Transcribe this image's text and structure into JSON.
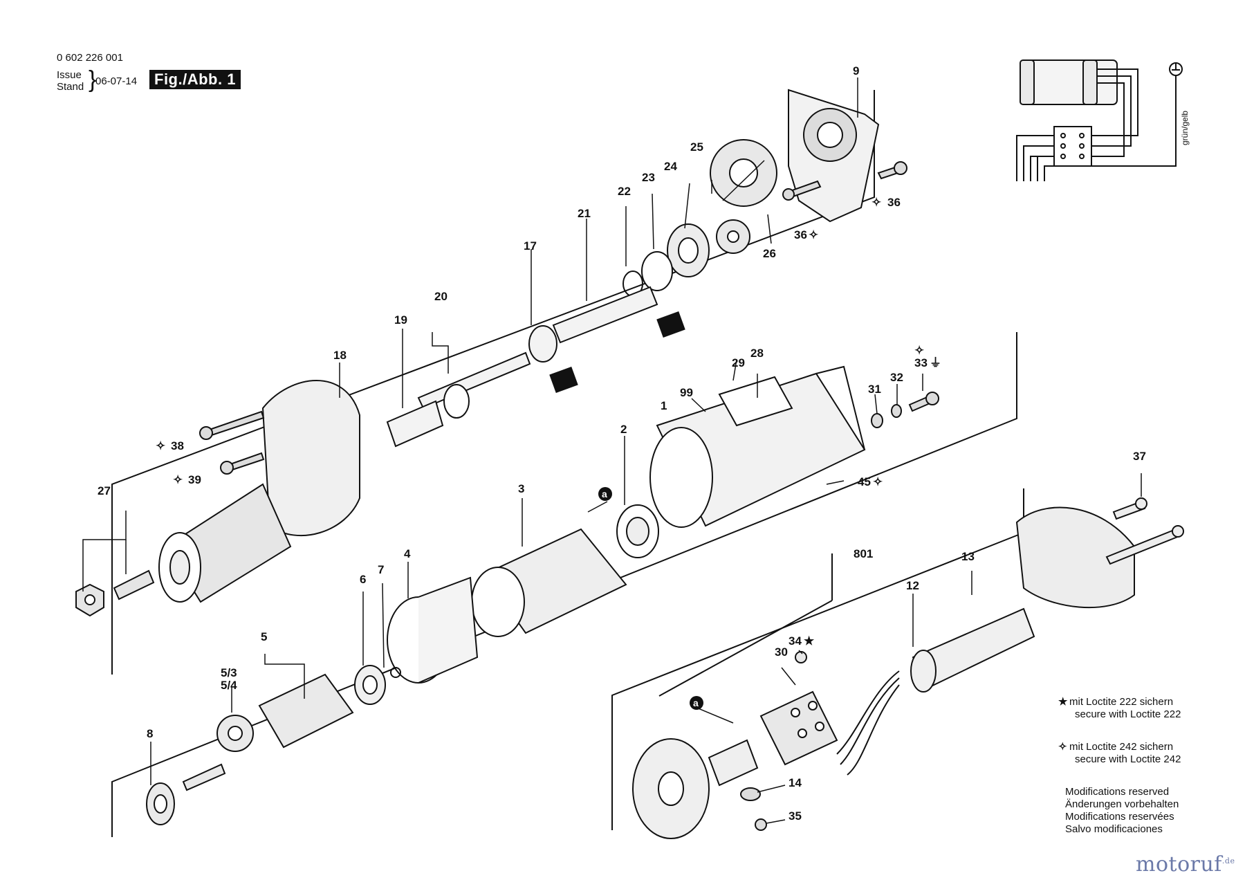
{
  "header": {
    "doc_number": "0 602 226 001",
    "issue_line1": "Issue",
    "issue_line2": "Stand",
    "issue_date": "06-07-14",
    "figure_label": "Fig./Abb. 1"
  },
  "wiring": {
    "wire_color_label": "grün/gelb",
    "ground_symbol": "⏚"
  },
  "callouts": {
    "c1": "1",
    "c2": "2",
    "c3": "3",
    "c4": "4",
    "c5": "5",
    "c5_3": "5/3",
    "c5_4": "5/4",
    "c6": "6",
    "c7": "7",
    "c8": "8",
    "c9": "9",
    "c12": "12",
    "c13": "13",
    "c14": "14",
    "c17": "17",
    "c18": "18",
    "c19": "19",
    "c20": "20",
    "c21": "21",
    "c22": "22",
    "c23": "23",
    "c24": "24",
    "c25": "25",
    "c26": "26",
    "c27": "27",
    "c28": "28",
    "c29": "29",
    "c30": "30",
    "c31": "31",
    "c32": "32",
    "c33": "33",
    "c34": "34",
    "c35": "35",
    "c36a": "36",
    "c36b": "36",
    "c37": "37",
    "c38": "38",
    "c39": "39",
    "c45": "45",
    "c99": "99",
    "c801": "801",
    "ca1": "a",
    "ca2": "a"
  },
  "notes": {
    "loctite_222_line1": "mit Loctite 222 sichern",
    "loctite_222_line2": "secure with Loctite 222",
    "loctite_242_line1": "mit Loctite 242 sichern",
    "loctite_242_line2": "secure with Loctite 242",
    "mods_de": "Modifications reserved",
    "mods_de2": "Änderungen vorbehalten",
    "mods_fr": "Modifications reservées",
    "mods_es": "Salvo modificaciones",
    "star_symbol": "★",
    "diamond_symbol": "✧"
  },
  "watermark": {
    "text": "motoruf",
    "suffix": ".de"
  }
}
